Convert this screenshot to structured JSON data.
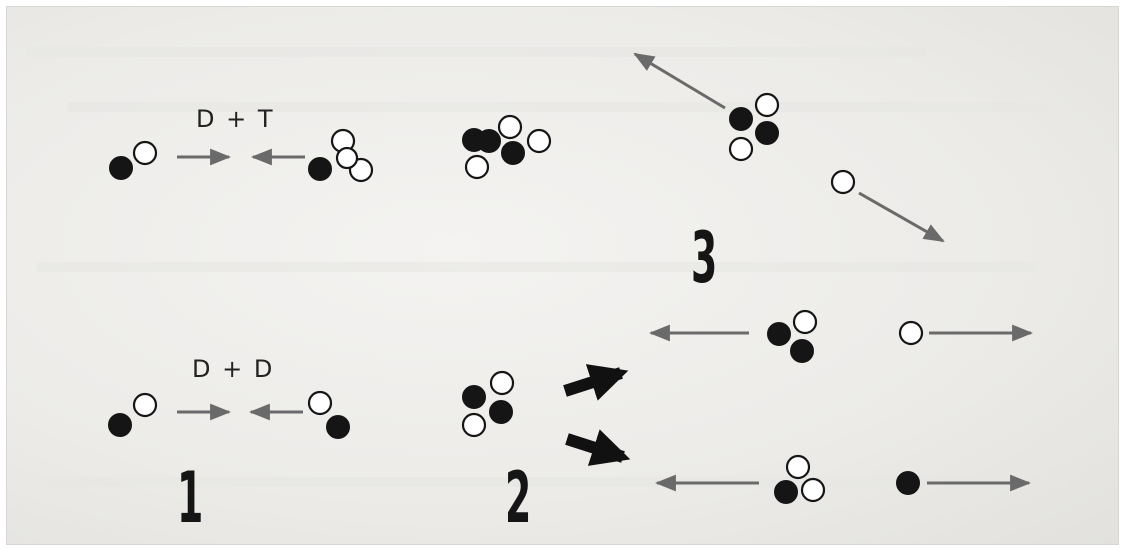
{
  "labels": {
    "reaction_dt": "D + T",
    "reaction_dd": "D + D"
  },
  "steps": {
    "step1": "1",
    "step2": "2",
    "step3": "3"
  },
  "colors": {
    "filled_particle": "#151515",
    "hollow_particle": "#ffffff",
    "arrow_thin": "#6a6a6a",
    "arrow_bold": "#111111"
  }
}
